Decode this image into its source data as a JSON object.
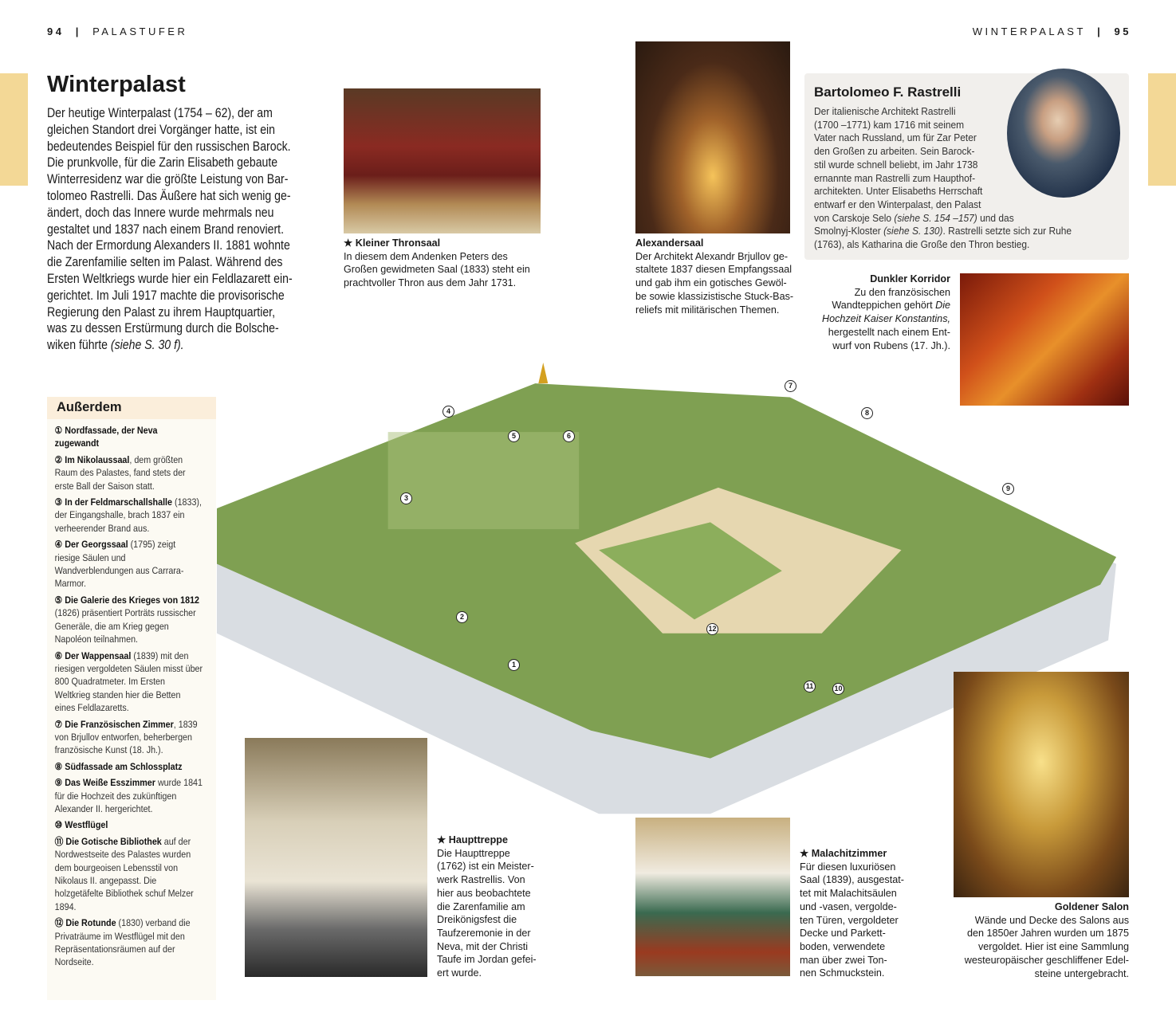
{
  "header": {
    "left_page": "94",
    "left_section": "PALASTUFER",
    "right_section": "WINTERPALAST",
    "right_page": "95"
  },
  "title": "Winterpalast",
  "intro": "Der heutige Winterpalast (1754 – 62), der am\ngleichen Standort drei Vorgänger hatte, ist ein\nbedeutendes Beispiel für den russischen Barock.\nDie prunkvolle, für die Zarin Elisabeth gebaute\nWinterresidenz war die größte Leistung von Bar-\ntolomeo Rastrelli. Das Äußere hat sich wenig ge-\nändert, doch das Innere wurde mehrmals neu\ngestaltet und 1837 nach einem Brand renoviert.\nNach der Ermordung Alexanders II. 1881 wohnte\ndie Zarenfamilie selten im Palast. Während des\nErsten Weltkriegs wurde hier ein Feldlazarett ein-\ngerichtet. Im Juli 1917 machte die provisorische\nRegierung den Palast zu ihrem Hauptquartier,\nwas zu dessen Erstürmung durch die Bolsche-\nwiken führte ",
  "intro_ref": "(siehe S. 30 f).",
  "sidebar": {
    "title": "Außerdem",
    "items": [
      {
        "num": "①",
        "bold": "Nordfassade, der Neva zugewandt",
        "text": ""
      },
      {
        "num": "②",
        "bold": "Im Nikolaussaal",
        "text": ", dem größten Raum des Palastes, fand stets der erste Ball der Saison statt."
      },
      {
        "num": "③",
        "bold": "In der Feldmarschallshalle",
        "text": " (1833), der Eingangshalle, brach 1837 ein verheerender Brand aus."
      },
      {
        "num": "④",
        "bold": "Der Georgssaal",
        "text": " (1795) zeigt riesige Säulen und Wandverblendungen aus Carrara-Marmor."
      },
      {
        "num": "⑤",
        "bold": "Die Galerie des Krieges von 1812",
        "text": " (1826) präsentiert Porträts russischer Generäle, die am Krieg gegen Napoléon teilnahmen."
      },
      {
        "num": "⑥",
        "bold": "Der Wappensaal",
        "text": " (1839) mit den riesigen vergoldeten Säulen misst über 800 Quadratmeter. Im Ersten Weltkrieg standen hier die Betten eines Feldlazaretts."
      },
      {
        "num": "⑦",
        "bold": "Die Französischen Zimmer",
        "text": ", 1839 von Brjullov entworfen, beherbergen französische Kunst (18. Jh.)."
      },
      {
        "num": "⑧",
        "bold": "Südfassade am Schlossplatz",
        "text": ""
      },
      {
        "num": "⑨",
        "bold": "Das Weiße Esszimmer",
        "text": " wurde 1841 für die Hochzeit des zukünftigen Alexander II. hergerichtet."
      },
      {
        "num": "⑩",
        "bold": "Westflügel",
        "text": ""
      },
      {
        "num": "⑪",
        "bold": "Die Gotische Bibliothek",
        "text": " auf der Nordwestseite des Palastes wurden dem bourgeoisen Lebensstil von Nikolaus II. angepasst. Die holzgetäfelte Bibliothek schuf Melzer 1894."
      },
      {
        "num": "⑫",
        "bold": "Die Rotunde",
        "text": " (1830) verband die Privaträume im Westflügel mit den Repräsentationsräumen auf der Nordseite."
      }
    ]
  },
  "captions": {
    "thronsaal": {
      "title": "★ Kleiner Thronsaal",
      "text": "In diesem dem Andenken Peters des\nGroßen gewidmeten Saal (1833) steht ein\nprachtvoller Thron aus dem Jahr 1731."
    },
    "alexandersaal": {
      "title": "Alexandersaal",
      "text": "Der Architekt Alexandr Brjullov ge-\nstaltete 1837 diesen Empfangssaal\nund gab ihm ein gotisches Gewöl-\nbe sowie klassizistische Stuck-Bas-\nreliefs mit militärischen Themen."
    },
    "korridor": {
      "title": "Dunkler Korridor",
      "text1": "Zu den französischen\nWandteppichen gehört ",
      "italic": "Die\nHochzeit Kaiser Konstantins,",
      "text2": "\nhergestellt nach einem Ent-\nwurf von Rubens (17. Jh.)."
    },
    "haupttreppe": {
      "title": "★ Haupttreppe",
      "text": "Die Haupttreppe\n(1762) ist ein Meister-\nwerk Rastrellis. Von\nhier aus beobachtete\ndie Zarenfamilie am\nDreikönigsfest die\nTaufzeremonie in der\nNeva, mit der Christi\nTaufe im Jordan gefei-\nert wurde."
    },
    "malachit": {
      "title": "★ Malachitzimmer",
      "text": "Für diesen luxuriösen\nSaal (1839), ausgestat-\ntet mit Malachitsäulen\nund -vasen, vergolde-\nten Türen, vergoldeter\nDecke und Parkett-\nboden, verwendete\nman über zwei Ton-\nnen Schmuckstein."
    },
    "salon": {
      "title": "Goldener Salon",
      "text": "Wände und Decke des Salons aus\nden 1850er Jahren wurden um 1875\nvergoldet. Hier ist eine Sammlung\nwesteuropäischer geschliffener Edel-\nsteine untergebracht."
    }
  },
  "rastrelli": {
    "title": "Bartolomeo F. Rastrelli",
    "text1": "Der italienische Architekt Rastrelli\n(1700 –1771) kam 1716 mit seinem\nVater nach Russland, um für Zar Peter\nden Großen zu arbeiten. Sein Barock-\nstil wurde schnell beliebt, im Jahr 1738\nernannte man Rastrelli zum Haupthof-\narchitekten. Unter Elisabeths Herrschaft\nentwarf er den Winterpalast, den Palast\nvon Carskoje Selo ",
    "ref1": "(siehe S. 154 –157)",
    "text2": " und das\nSmolnyj-Kloster ",
    "ref2": "(siehe S. 130)",
    "text3": ". Rastrelli setzte sich zur Ruhe\n(1763), als Katharina die Große den Thron bestieg."
  },
  "markers": [
    "1",
    "2",
    "3",
    "4",
    "5",
    "6",
    "7",
    "8",
    "9",
    "10",
    "11",
    "12"
  ],
  "colors": {
    "tab": "#f3d896",
    "roof": "#7fa052",
    "facade": "#dfe3e6",
    "sidebar": "#fcfaf3"
  }
}
